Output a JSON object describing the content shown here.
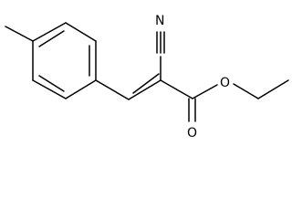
{
  "structure": {
    "colors": {
      "bond": "#000000",
      "label": "#000000",
      "background": "#ffffff"
    },
    "atom_labels": {
      "nitrogen": "N",
      "carbonyl_oxygen": "O",
      "ester_oxygen": "O"
    }
  }
}
